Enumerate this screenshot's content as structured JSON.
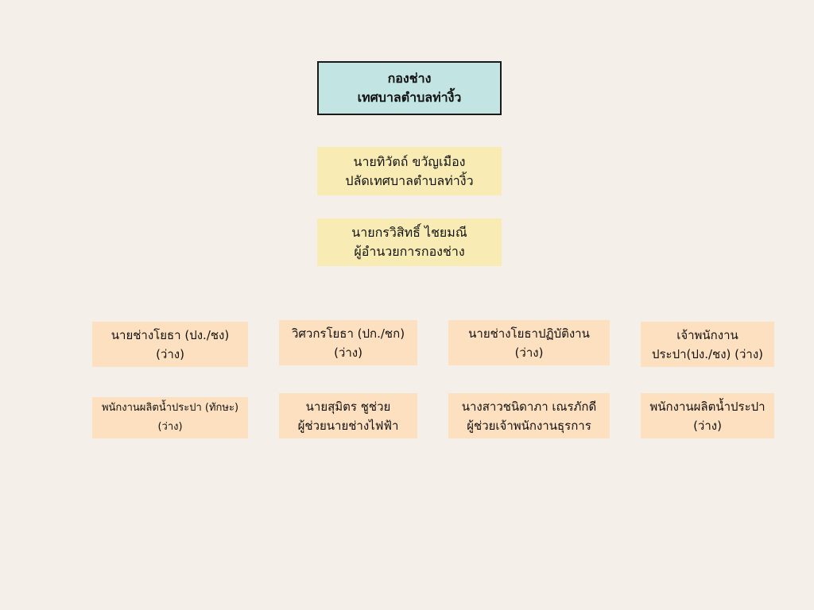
{
  "header": {
    "line1": "กองช่าง",
    "line2": "เทศบาลตำบลท่างิ้ว"
  },
  "leaders": [
    {
      "name": "นายทิวัตถ์ ขวัญเมือง",
      "position": "ปลัดเทศบาลตำบลท่างิ้ว"
    },
    {
      "name": "นายกรวิสิทธิ์ ไชยมณี",
      "position": "ผู้อำนวยการกองช่าง"
    }
  ],
  "staff": [
    {
      "line1": "นายช่างโยธา (ปง./ชง)",
      "line2": "(ว่าง)"
    },
    {
      "line1": "วิศวกรโยธา (ปก./ชก)",
      "line2": "(ว่าง)"
    },
    {
      "line1": "นายช่างโยธาปฏิบัติงาน",
      "line2": "(ว่าง)"
    },
    {
      "line1": "เจ้าพนักงาน",
      "line2": "ประปา(ปง./ชง) (ว่าง)"
    },
    {
      "line1": "พนักงานผลิตน้ำประปา (ทักษะ)",
      "line2": "(ว่าง)"
    },
    {
      "line1": "นายสุมิตร ชูช่วย",
      "line2": "ผู้ช่วยนายช่างไฟฟ้า"
    },
    {
      "line1": "นางสาวชนิดาภา เณรภักดี",
      "line2": "ผู้ช่วยเจ้าพนักงานธุรการ"
    },
    {
      "line1": "พนักงานผลิตน้ำประปา",
      "line2": "(ว่าง)"
    }
  ],
  "colors": {
    "header": "#c2e5e3",
    "leader": "#f8ecb4",
    "staff": "#fde0c0",
    "background": "#f4efe9"
  }
}
